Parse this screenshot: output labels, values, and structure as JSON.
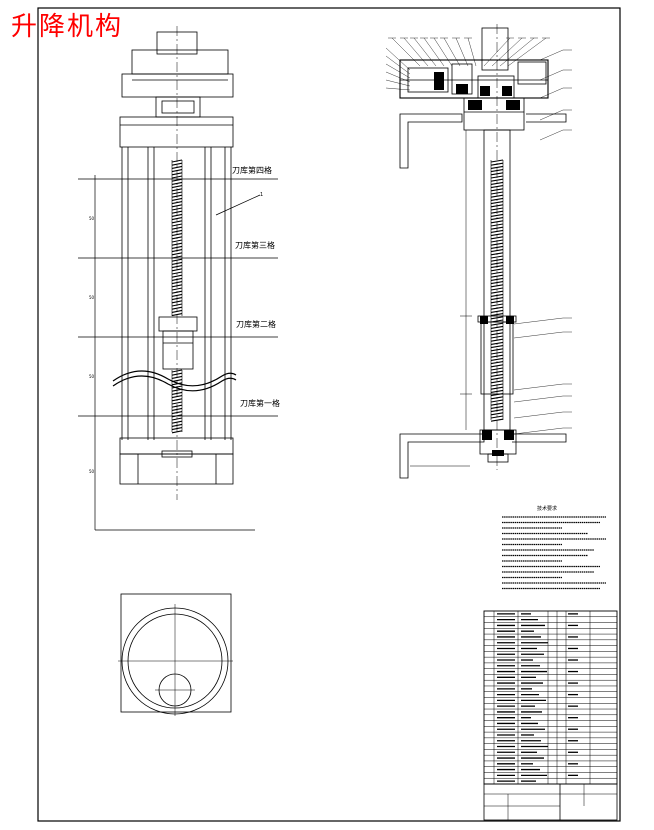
{
  "title": "升降机构",
  "colors": {
    "line": "#000000",
    "title": "#ff0000",
    "background": "#ffffff"
  },
  "labels": {
    "level4": "刀库第四格",
    "level3": "刀库第三格",
    "level2": "刀库第二格",
    "level1": "刀库第一格",
    "leader1": "1"
  },
  "notes_title": "技术要求",
  "notes_lines": 14,
  "bom_rows": 30
}
